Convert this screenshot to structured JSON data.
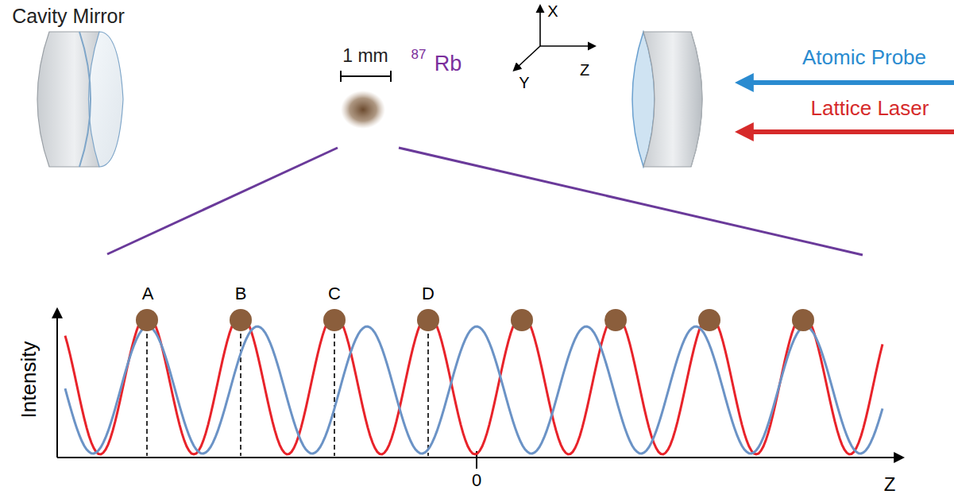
{
  "diagram": {
    "labels": [
      "Cavity Mirror",
      "1 mm",
      "87",
      "Rb",
      "X",
      "Y",
      "Z",
      "Atomic Probe",
      "Lattice Laser",
      "Intensity",
      "A",
      "B",
      "C",
      "D",
      "0",
      "Z"
    ]
  }
}
